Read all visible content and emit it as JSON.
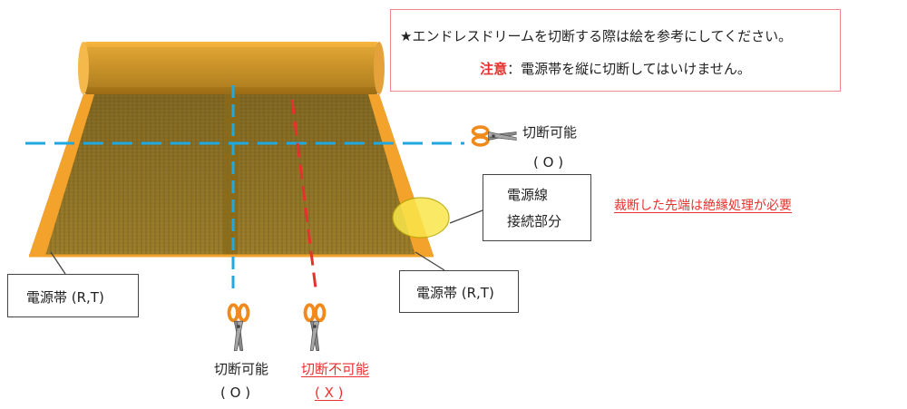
{
  "notice": {
    "main": "★エンドレスドリームを切断する際は絵を参考にしてください。",
    "warning_label": "注意",
    "warning_text": "：電源帯を縦に切断してはいけません。"
  },
  "cut_horizontal": {
    "label": "切断可能",
    "mark": "( O )"
  },
  "cut_vertical_ok": {
    "label": "切断可能",
    "mark": "( O )"
  },
  "cut_vertical_ng": {
    "label": "切断不可能",
    "mark": "( X )"
  },
  "callouts": {
    "power_band_left": "電源帯 (R,T)",
    "power_band_right": "電源帯 (R,T)",
    "wire_line1": "電源線",
    "wire_line2": "接続部分"
  },
  "insulation_note": "裁断した先端は絶縁処理が必要",
  "colors": {
    "film_gold": "#8a6d1e",
    "band_orange": "#f3a22c",
    "cut_ok_blue": "#1fa9e0",
    "cut_ng_red": "#e8312e",
    "scissors_orange": "#f08a1c",
    "highlight_yellow": "#f9e64a"
  },
  "icons": [
    "scissors-icon"
  ]
}
